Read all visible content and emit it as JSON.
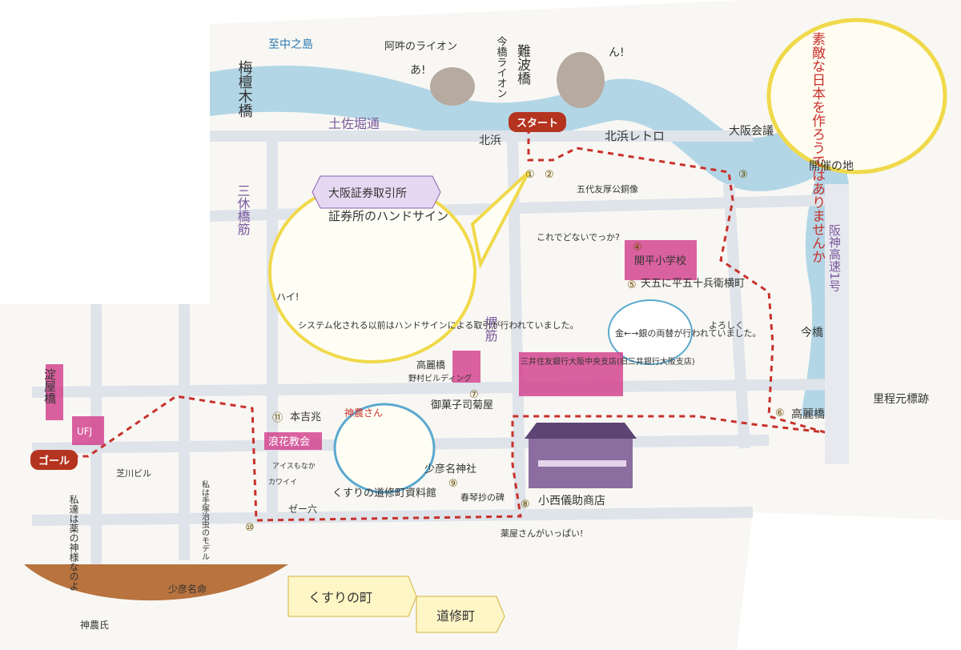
{
  "streets": {
    "ume": "梅檀木橋",
    "tosa": "土佐堀通",
    "santai": "三休橋筋",
    "sakai": "堺筋",
    "hanshin": "阪神高速1号",
    "nakanoshima": "至中之島",
    "naniwa": "難波橋",
    "nagahori": "淀屋橋"
  },
  "markers": {
    "start": "スタート",
    "goal": "ゴール",
    "kitahama": "北浜"
  },
  "stops": {
    "1": "①",
    "2": "②",
    "3": "③",
    "4": "④",
    "5": "⑤",
    "6": "⑥",
    "7": "⑦",
    "8": "⑧",
    "9": "⑨",
    "10": "⑩",
    "11": "⑪"
  },
  "places": {
    "imabashi_lion": "今橋ライオン",
    "lion_caption": "阿吽のライオン",
    "lion_a": "あ!",
    "lion_un": "ん!",
    "retro": "北浜レトロ",
    "osaka_kaigi": "大阪会議",
    "kaisai": "開催の地",
    "quote": "素敵な日本を作ろうではありませんか",
    "stock_exchange": "大阪証券取引所",
    "hand_sign_title": "証券所のハンドサイン",
    "hand_caption": "システム化される以前はハンドサインによる取引が行われていました。",
    "hai": "ハイ!",
    "godai": "五代友厚公銅像",
    "korede": "これでどないでっか?",
    "kaihei": "開平小学校",
    "tennoji": "天五に平五十兵衛横町",
    "ryogae": "金←→銀の両替が行われていました。",
    "yoroshiku": "よろしく",
    "imabashi": "今橋",
    "korai": "高麗橋",
    "korai2": "高麗橋",
    "nomura": "野村ビルディング",
    "mitsui": "三井住友銀行大阪中央支店(旧三井銀行大阪支店)",
    "ritei": "里程元標跡",
    "kashi": "御菓子司菊屋",
    "shinnosan": "神農さん",
    "sukuna_jinja": "少彦名神社",
    "kusuri": "くすりの道修町資料館",
    "shunkin": "春琴抄の碑",
    "konishi": "小西儀助商店",
    "honkichi": "本吉兆",
    "namba_kyokai": "浪花教会",
    "ufj": "UFJ",
    "serikawa": "芝川ビル",
    "ice": "アイスもなか",
    "kawaii": "カワイイ",
    "zeroku": "ゼー六",
    "moderu": "私は手塚治虫のモデル",
    "watashi": "私達は薬の神様なのよ",
    "sukuna_mei": "少彦名命",
    "shinno": "神農氏",
    "kusuri_machi": "くすりの町",
    "doshomachi": "道修町",
    "kusuriya": "薬屋さんがいっぱい!"
  },
  "colors": {
    "street": "#dfe3ea",
    "river": "#a7d0e3",
    "route": "#c8312b",
    "accent": "#d23b8a",
    "banner": "#e6d8f2",
    "start": "#b5341f"
  }
}
